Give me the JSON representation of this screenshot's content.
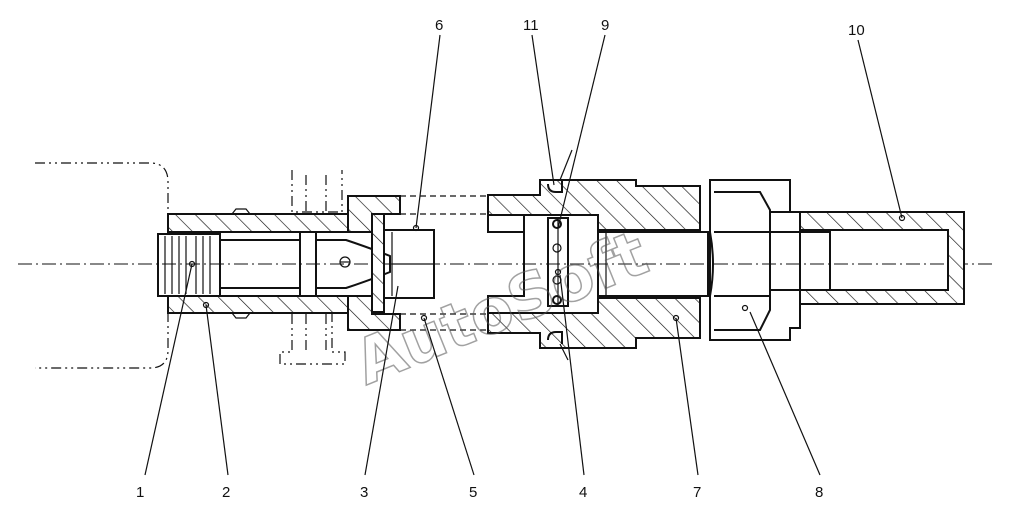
{
  "watermark": "AutoSoft",
  "callouts": [
    {
      "id": "1",
      "text": "1"
    },
    {
      "id": "2",
      "text": "2"
    },
    {
      "id": "3",
      "text": "3"
    },
    {
      "id": "4",
      "text": "4"
    },
    {
      "id": "5",
      "text": "5"
    },
    {
      "id": "6",
      "text": "6"
    },
    {
      "id": "7",
      "text": "7"
    },
    {
      "id": "8",
      "text": "8"
    },
    {
      "id": "9",
      "text": "9"
    },
    {
      "id": "10",
      "text": "10"
    },
    {
      "id": "11",
      "text": "11"
    }
  ]
}
